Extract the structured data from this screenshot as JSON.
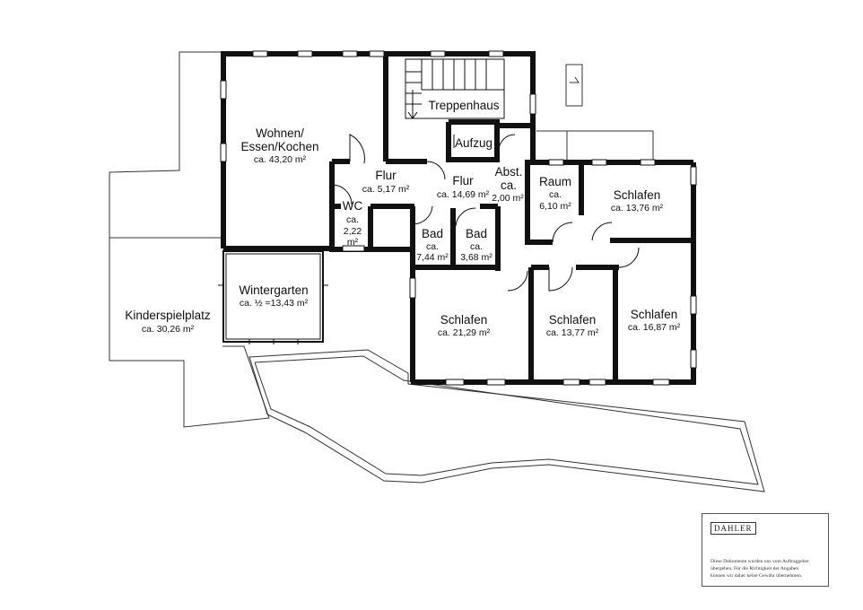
{
  "rooms": {
    "wohnen": {
      "name1": "Wohnen/",
      "name2": "Essen/Kochen",
      "area": "ca. 43,20 m²"
    },
    "treppenhaus": {
      "name": "Treppenhaus"
    },
    "aufzug": {
      "name": "Aufzug"
    },
    "flur1": {
      "name": "Flur",
      "area": "ca. 5,17 m²"
    },
    "flur2": {
      "name": "Flur",
      "area": "ca. 14,69 m²"
    },
    "abst": {
      "name1": "Abst.",
      "name2": "ca.",
      "area": "2,00 m²"
    },
    "raum": {
      "name": "Raum",
      "area1": "ca.",
      "area2": "6,10 m²"
    },
    "schlafen1": {
      "name": "Schlafen",
      "area": "ca. 13,76 m²"
    },
    "wc": {
      "name": "WC",
      "area1": "ca.",
      "area2": "2,22",
      "area3": "m²"
    },
    "bad1": {
      "name": "Bad",
      "area1": "ca.",
      "area2": "7,44 m²"
    },
    "bad2": {
      "name": "Bad",
      "area1": "ca.",
      "area2": "3,68 m²"
    },
    "wintergarten": {
      "name": "Wintergarten",
      "area": "ca. ½ =13,43 m²"
    },
    "kinderspielplatz": {
      "name": "Kinderspielplatz",
      "area": "ca. 30,26 m²"
    },
    "schlafen2": {
      "name": "Schlafen",
      "area": "ca. 21,29 m²"
    },
    "schlafen3": {
      "name": "Schlafen",
      "area": "ca. 13,77 m²"
    },
    "schlafen4": {
      "name": "Schlafen",
      "area": "ca. 16,87 m²"
    }
  },
  "disclaimer": {
    "brand": "DAHLER",
    "line1": "Diese Dokumente wurden uns vom Auftraggeber",
    "line2": "übergeben. Für die Richtigkeit der Angaben",
    "line3": "können wir daher keine Gewähr übernehmen."
  },
  "colors": {
    "wall": "#111111",
    "thin": "#333333",
    "background": "#ffffff"
  }
}
